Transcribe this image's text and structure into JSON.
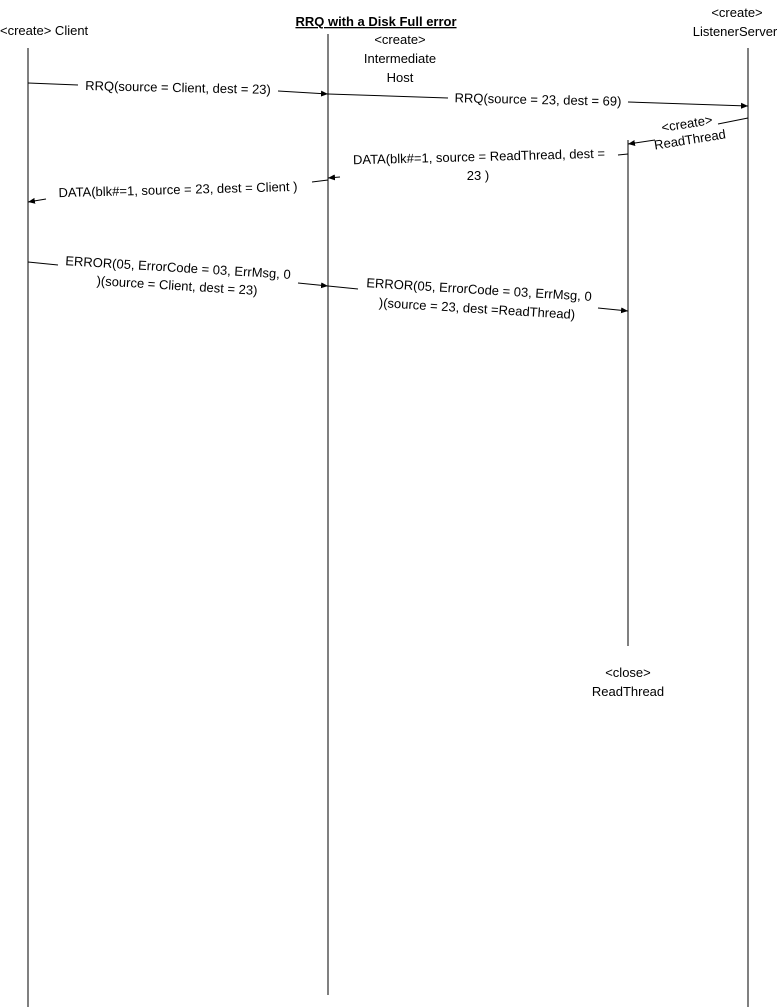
{
  "title": "RRQ with a Disk Full error",
  "participants": {
    "client": {
      "line1": "<create> Client"
    },
    "host": {
      "line1": "<create>",
      "line2": "Intermediate",
      "line3": "Host"
    },
    "server": {
      "line1": "<create>",
      "line2": "ListenerServer"
    },
    "readthread": {
      "create_line1": "<create>",
      "create_line2": "ReadThread",
      "close_line1": "<close>",
      "close_line2": "ReadThread"
    }
  },
  "messages": {
    "rrq1": "RRQ(source = Client, dest = 23)",
    "rrq2": "RRQ(source = 23, dest = 69)",
    "data1_line1": "DATA(blk#=1, source = ReadThread, dest =",
    "data1_line2": "23 )",
    "data2": "DATA(blk#=1, source = 23, dest = Client )",
    "error1_line1": "ERROR(05, ErrorCode = 03, ErrMsg, 0",
    "error1_line2": ")(source = Client, dest = 23)",
    "error2_line1": "ERROR(05, ErrorCode = 03, ErrMsg, 0",
    "error2_line2": ")(source = 23, dest =ReadThread)"
  }
}
